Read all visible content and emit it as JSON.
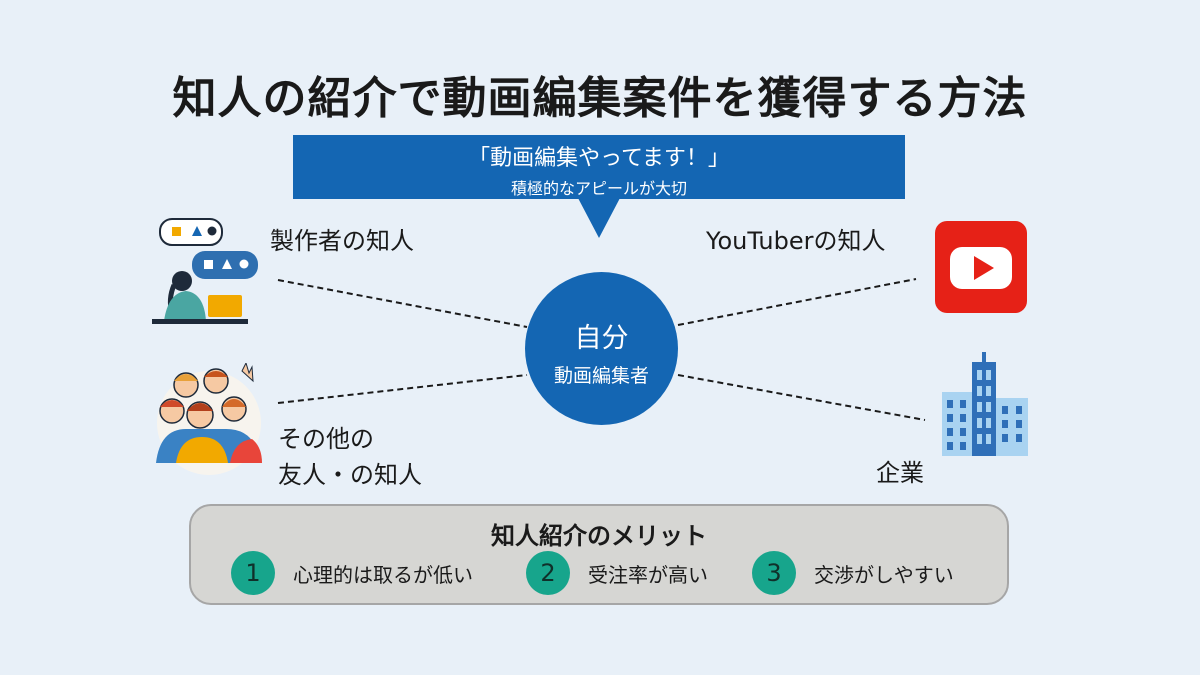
{
  "title": "知人の紹介で動画編集案件を獲得する方法",
  "banner": {
    "main": "「動画編集やってます！」",
    "sub": "積極的なアピールが大切"
  },
  "center": {
    "self": "自分",
    "role": "動画編集者"
  },
  "nodes": {
    "creator": "製作者の知人",
    "youtuber": "YouTuberの知人",
    "friends_line1": "その他の",
    "friends_line2": "友人・の知人",
    "company": "企業"
  },
  "merits": {
    "title": "知人紹介のメリット",
    "items": [
      {
        "num": "1",
        "text": "心理的は取るが低い"
      },
      {
        "num": "2",
        "text": "受注率が高い"
      },
      {
        "num": "3",
        "text": "交渉がしやすい"
      }
    ]
  },
  "colors": {
    "background": "#e8f0f8",
    "primary_blue": "#1466b3",
    "teal": "#17a58c",
    "youtube_red": "#e62117",
    "merit_box": "#d6d6d3"
  },
  "icons": [
    "chat-person-icon",
    "group-friends-icon",
    "youtube-icon",
    "building-icon"
  ]
}
